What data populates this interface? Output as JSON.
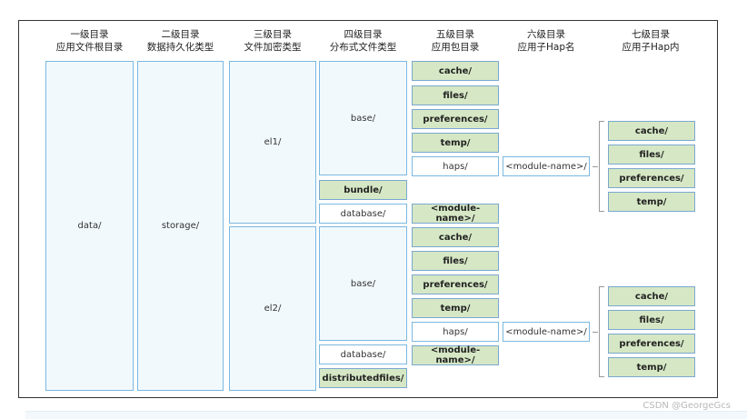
{
  "headers": [
    {
      "line1": "一级目录",
      "line2": "应用文件根目录"
    },
    {
      "line1": "二级目录",
      "line2": "数据持久化类型"
    },
    {
      "line1": "三级目录",
      "line2": "文件加密类型"
    },
    {
      "line1": "四级目录",
      "line2": "分布式文件类型"
    },
    {
      "line1": "五级目录",
      "line2": "应用包目录"
    },
    {
      "line1": "六级目录",
      "line2": "应用子Hap名"
    },
    {
      "line1": "七级目录",
      "line2": "应用子Hap内"
    }
  ],
  "level1": "data/",
  "level2": "storage/",
  "level3": [
    "el1/",
    "el2/"
  ],
  "level4": {
    "el1": {
      "base": "base/",
      "bundle": "bundle/",
      "database": "database/"
    },
    "el2": {
      "base": "base/",
      "database": "database/",
      "distributed": "distributedfiles/"
    }
  },
  "level5": {
    "el1_base": [
      "cache/",
      "files/",
      "preferences/",
      "temp/",
      "haps/"
    ],
    "el1_database": "<module-name>/",
    "el2_base": [
      "cache/",
      "files/",
      "preferences/",
      "temp/",
      "haps/"
    ],
    "el2_database": "<module-name>/"
  },
  "level6": [
    "<module-name>/",
    "<module-name>/"
  ],
  "level7": {
    "group1": [
      "cache/",
      "files/",
      "preferences/",
      "temp/"
    ],
    "group2": [
      "cache/",
      "files/",
      "preferences/",
      "temp/"
    ]
  },
  "watermark": "CSDN @GeorgeGcs"
}
